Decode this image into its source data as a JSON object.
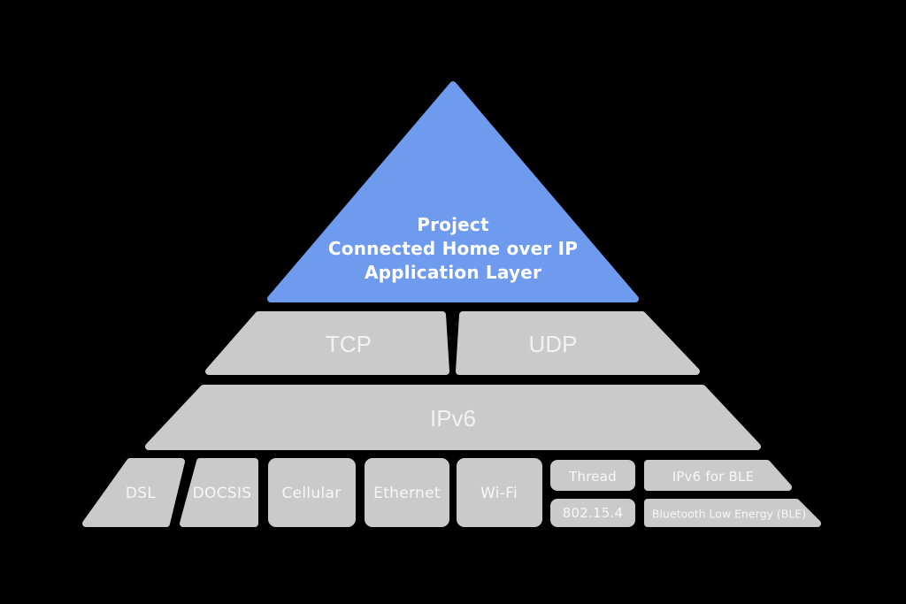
{
  "diagram": {
    "description": "Protocol stack pyramid",
    "colors": {
      "accent_blue": "#6E9BEE",
      "block_gray": "#CACACA",
      "background": "#000000",
      "label_text": "#F7F7F7"
    },
    "application_layer": {
      "lines": [
        "Project",
        "Connected Home over IP",
        "Application Layer"
      ]
    },
    "transport_layer": {
      "tcp_label": "TCP",
      "udp_label": "UDP"
    },
    "network_layer": {
      "ipv6_label": "IPv6"
    },
    "link_layer": {
      "dsl_label": "DSL",
      "docsis_label": "DOCSIS",
      "cellular_label": "Cellular",
      "ethernet_label": "Ethernet",
      "wifi_label": "Wi-Fi",
      "thread_label": "Thread",
      "ieee_802_15_4_label": "802.15.4",
      "ipv6_for_ble_label": "IPv6 for BLE",
      "ble_label": "Bluetooth Low Energy (BLE)"
    }
  }
}
